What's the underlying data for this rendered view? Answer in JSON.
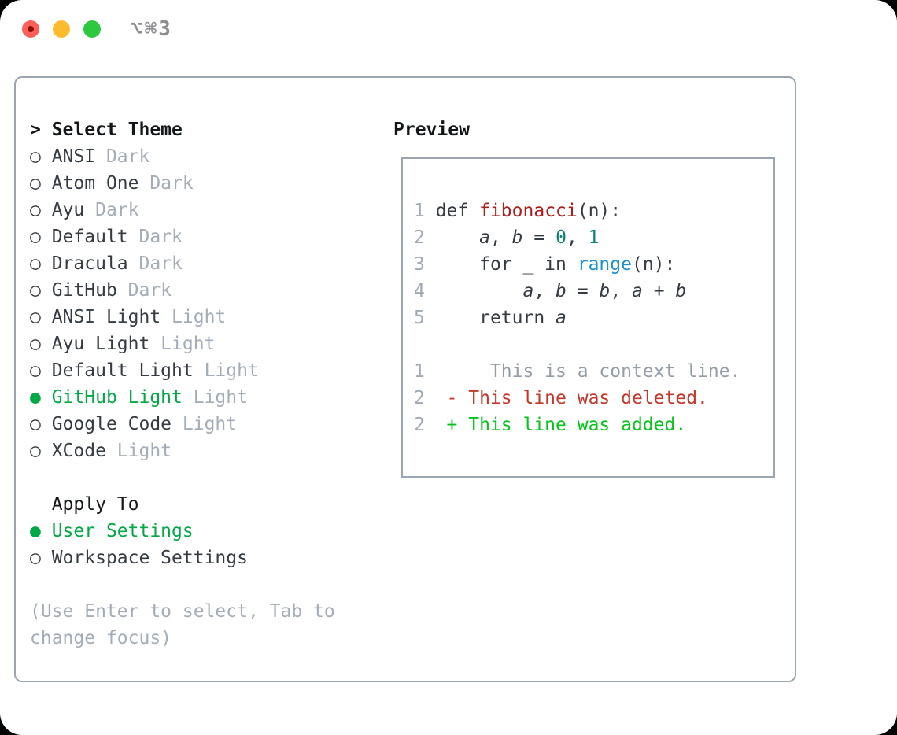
{
  "titlebar": {
    "title": "⌥⌘3"
  },
  "icons": {
    "radio_selected": "●",
    "radio_unselected": "○",
    "cursor_prefix": ">"
  },
  "left": {
    "header": "Select Theme",
    "themes": [
      {
        "name": "ANSI",
        "tag": "Dark",
        "selected": false
      },
      {
        "name": "Atom One",
        "tag": "Dark",
        "selected": false
      },
      {
        "name": "Ayu",
        "tag": "Dark",
        "selected": false
      },
      {
        "name": "Default",
        "tag": "Dark",
        "selected": false
      },
      {
        "name": "Dracula",
        "tag": "Dark",
        "selected": false
      },
      {
        "name": "GitHub",
        "tag": "Dark",
        "selected": false
      },
      {
        "name": "ANSI Light",
        "tag": "Light",
        "selected": false
      },
      {
        "name": "Ayu Light",
        "tag": "Light",
        "selected": false
      },
      {
        "name": "Default Light",
        "tag": "Light",
        "selected": false
      },
      {
        "name": "GitHub Light",
        "tag": "Light",
        "selected": true
      },
      {
        "name": "Google Code",
        "tag": "Light",
        "selected": false
      },
      {
        "name": "XCode",
        "tag": "Light",
        "selected": false
      }
    ],
    "apply_header": "Apply To",
    "apply_options": [
      {
        "name": "User Settings",
        "selected": true
      },
      {
        "name": "Workspace Settings",
        "selected": false
      }
    ],
    "hint_lines": [
      "(Use Enter to select, Tab to",
      "change focus)"
    ]
  },
  "preview": {
    "header": "Preview",
    "code_lines": [
      {
        "num": "1",
        "segs": [
          {
            "t": " def ",
            "c": "plain"
          },
          {
            "t": "fibonacci",
            "c": "func"
          },
          {
            "t": "(n):",
            "c": "plain"
          }
        ]
      },
      {
        "num": "2",
        "segs": [
          {
            "t": "     ",
            "c": "plain"
          },
          {
            "t": "a",
            "c": "var"
          },
          {
            "t": ", ",
            "c": "plain"
          },
          {
            "t": "b",
            "c": "var"
          },
          {
            "t": " = ",
            "c": "plain"
          },
          {
            "t": "0",
            "c": "number"
          },
          {
            "t": ", ",
            "c": "plain"
          },
          {
            "t": "1",
            "c": "number"
          }
        ]
      },
      {
        "num": "3",
        "segs": [
          {
            "t": "     for _ in ",
            "c": "plain"
          },
          {
            "t": "range",
            "c": "builtin"
          },
          {
            "t": "(n):",
            "c": "plain"
          }
        ]
      },
      {
        "num": "4",
        "segs": [
          {
            "t": "         ",
            "c": "plain"
          },
          {
            "t": "a",
            "c": "var"
          },
          {
            "t": ", ",
            "c": "plain"
          },
          {
            "t": "b",
            "c": "var"
          },
          {
            "t": " = ",
            "c": "plain"
          },
          {
            "t": "b",
            "c": "var"
          },
          {
            "t": ", ",
            "c": "plain"
          },
          {
            "t": "a",
            "c": "var"
          },
          {
            "t": " + ",
            "c": "plain"
          },
          {
            "t": "b",
            "c": "var"
          }
        ]
      },
      {
        "num": "5",
        "segs": [
          {
            "t": "     return ",
            "c": "plain"
          },
          {
            "t": "a",
            "c": "var"
          }
        ]
      }
    ],
    "diff_lines": [
      {
        "num": "1",
        "segs": [
          {
            "t": "      This is a context line.",
            "c": "context"
          }
        ]
      },
      {
        "num": "2",
        "segs": [
          {
            "t": "  - This line was deleted.",
            "c": "deleted"
          }
        ]
      },
      {
        "num": "2",
        "segs": [
          {
            "t": "  + This line was added.",
            "c": "added"
          }
        ]
      }
    ]
  },
  "colors": {
    "accent_green": "#00a944",
    "added_green": "#06c41a",
    "deleted_red": "#c4372a",
    "func_red": "#ae1d1c",
    "number_teal": "#0e7f77",
    "builtin_blue": "#1e8fd0",
    "text_dark": "#343b43",
    "text_black": "#14171a",
    "muted_gray": "#a3adb8",
    "line_number": "#9fa9b4",
    "context_gray": "#939da7",
    "border_gray": "#9aa5b1",
    "traffic_red": "#ff5f58",
    "traffic_red_dot": "#8a0e03",
    "traffic_yellow": "#febb2e",
    "traffic_green": "#2cc840",
    "title_gray": "#8e8e92"
  }
}
